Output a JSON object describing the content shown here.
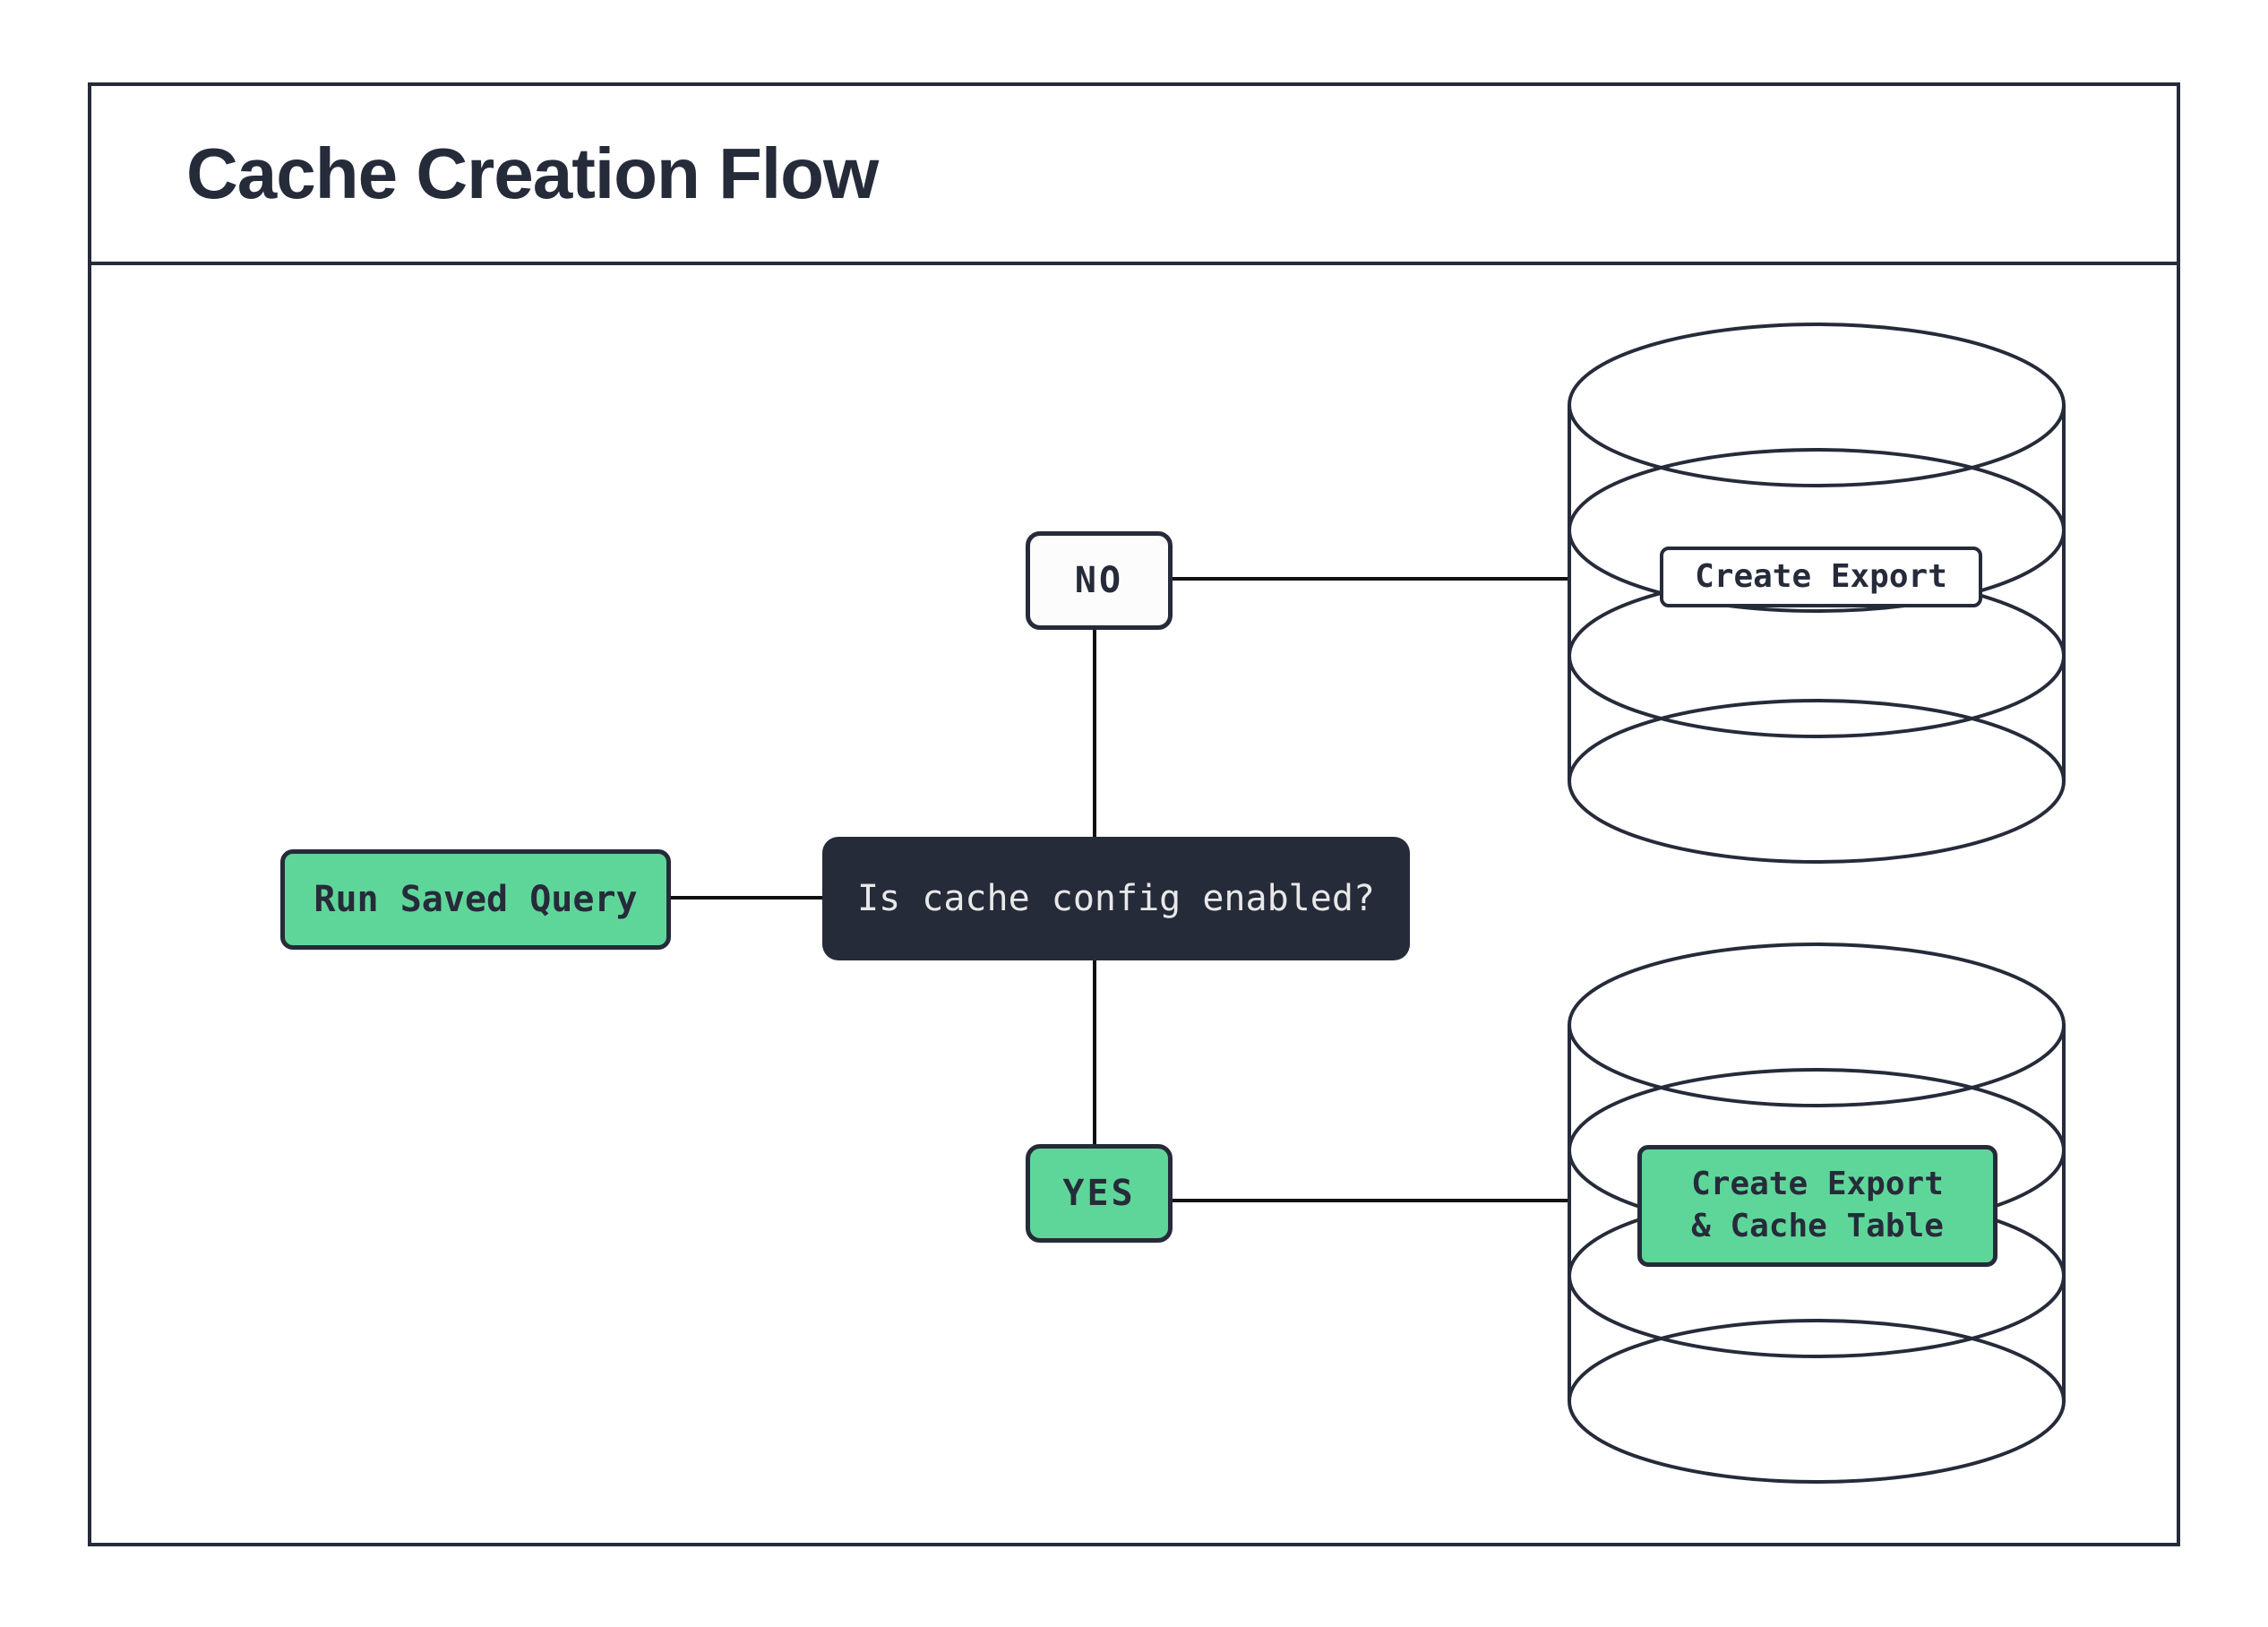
{
  "title": "Cache Creation Flow",
  "colors": {
    "ink": "#262b3a",
    "green": "#5fd699",
    "connector": "#111111",
    "dark_box_text": "#e8e8e8",
    "node_white": "#fcfcfc",
    "background": "#ffffff"
  },
  "nodes": {
    "start": {
      "label": "Run Saved Query"
    },
    "decision": {
      "label": "Is cache config enabled?"
    },
    "branch_no": {
      "label": "NO"
    },
    "branch_yes": {
      "label": "YES"
    },
    "no_result_label": {
      "label": "Create Export"
    },
    "yes_result_label": {
      "line1": "Create Export",
      "line2": "& Cache Table"
    }
  },
  "icons": {
    "no_result": "database-icon",
    "yes_result": "database-icon"
  }
}
